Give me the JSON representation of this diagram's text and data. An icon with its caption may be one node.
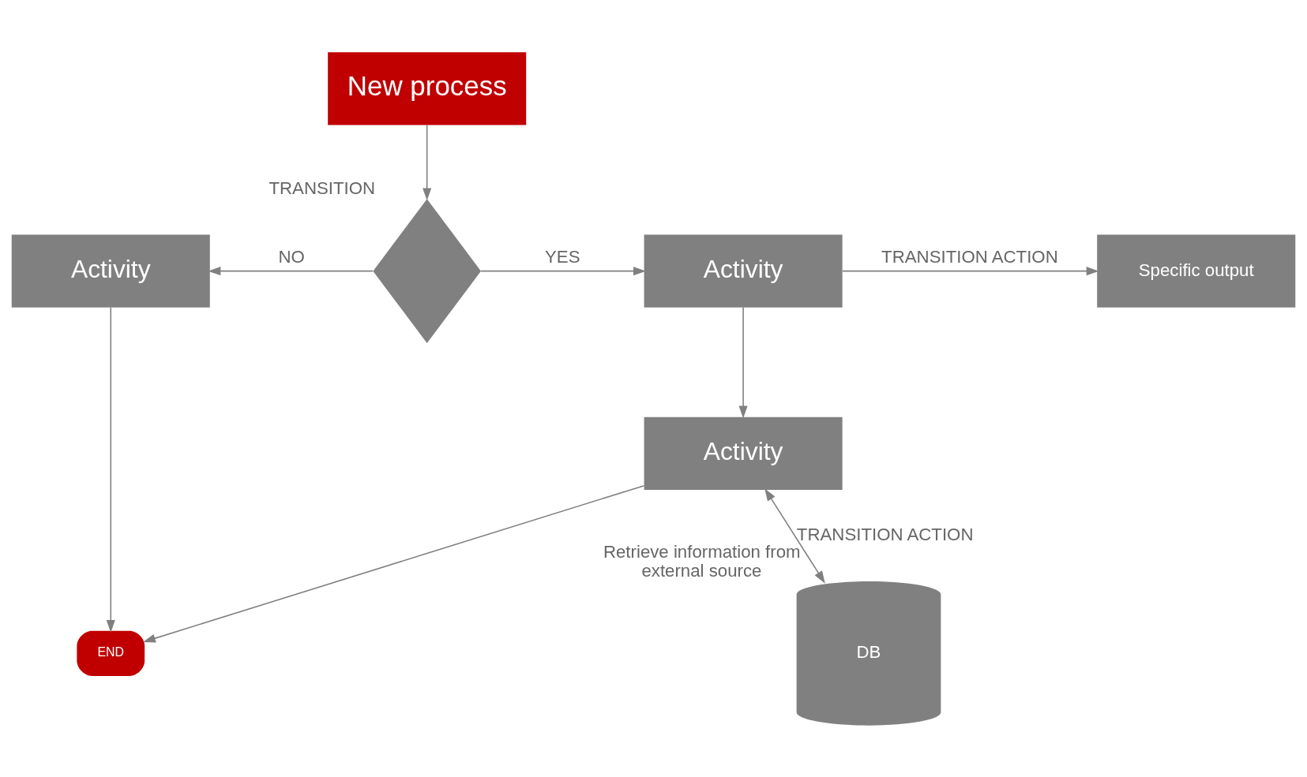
{
  "diagram": {
    "nodes": [
      {
        "text": [
          "New process"
        ]
      },
      {
        "text": [],
        "shape": "diamond",
        "beside": [
          "TRANSITION"
        ]
      },
      {
        "text": [
          "Activity"
        ]
      },
      {
        "text": [
          "Activity"
        ]
      },
      {
        "text": [
          "Specific output"
        ]
      },
      {
        "text": [
          "Activity"
        ]
      },
      {
        "text": [
          "DB"
        ],
        "beside": [
          "Retrieve information from external source"
        ]
      },
      {
        "text": [
          "END"
        ]
      }
    ],
    "edges": [
      {
        "from": 0,
        "to": 1,
        "arrow": "to"
      },
      {
        "from": 1,
        "to": 2,
        "arrow": "to",
        "label": "NO"
      },
      {
        "from": 1,
        "to": 3,
        "arrow": "to",
        "label": "YES"
      },
      {
        "from": 3,
        "to": 4,
        "arrow": "to",
        "label": "TRANSITION ACTION"
      },
      {
        "from": 3,
        "to": 5,
        "arrow": "to"
      },
      {
        "from": 5,
        "to": 6,
        "arrow": "both",
        "label": "TRANSITION ACTION"
      },
      {
        "from": 2,
        "to": 7,
        "arrow": "to"
      },
      {
        "from": 5,
        "to": 7,
        "arrow": "to"
      }
    ]
  }
}
